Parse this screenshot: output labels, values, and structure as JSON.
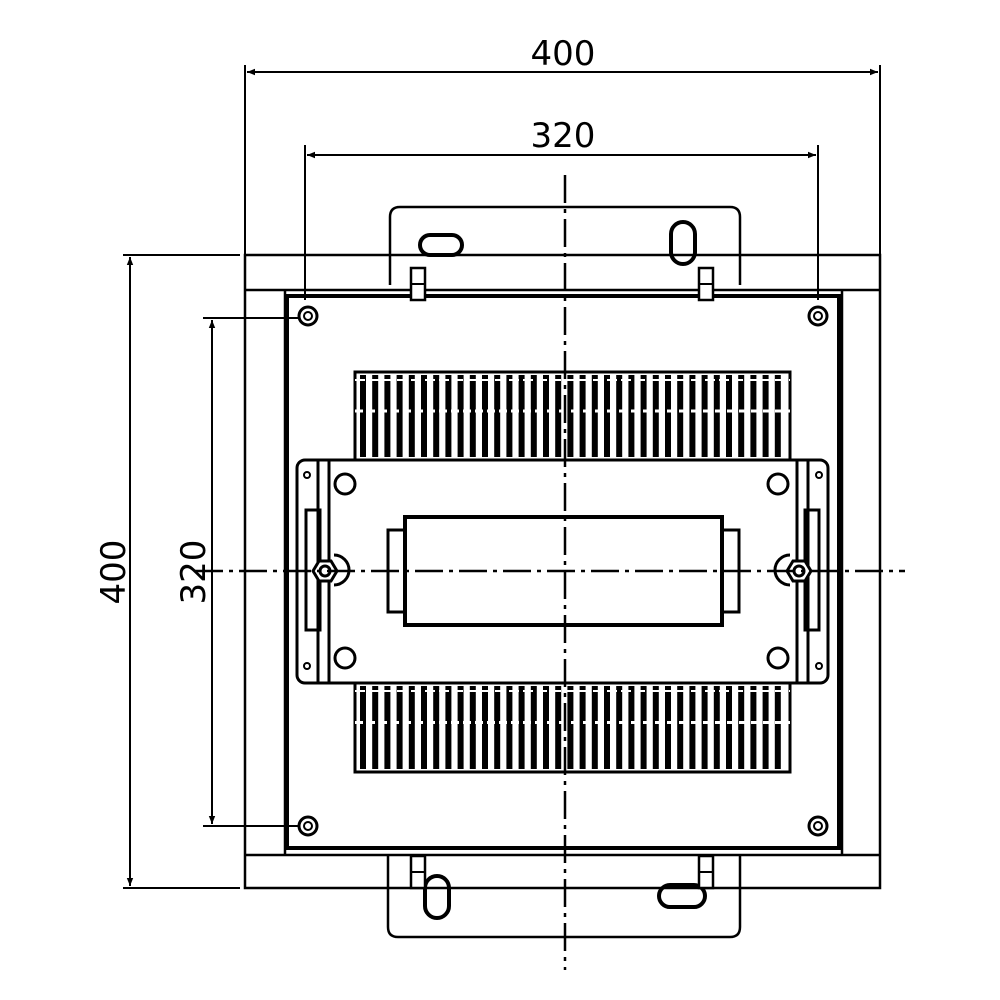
{
  "dimensions": {
    "overall_width": "400",
    "mounting_width": "320",
    "overall_height": "400",
    "mounting_height": "320"
  },
  "colors": {
    "line": "#000000",
    "background": "#ffffff"
  }
}
